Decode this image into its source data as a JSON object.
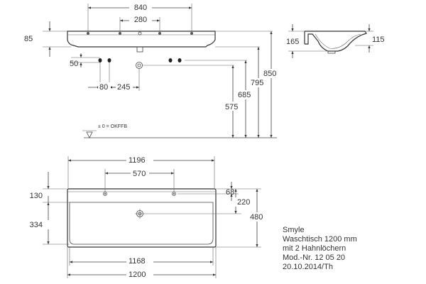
{
  "front_view": {
    "dims": {
      "width_840": "840",
      "spacing_280": "280",
      "height_85": "85",
      "offset_50": "50",
      "spacing_80": "80",
      "spacing_245": "245",
      "height_575": "575",
      "height_685": "685",
      "height_795": "795",
      "height_850": "850"
    },
    "floor_label": "± 0 = OKFFB"
  },
  "side_view": {
    "dims": {
      "height_165": "165",
      "height_115": "115"
    }
  },
  "top_view": {
    "dims": {
      "width_1196": "1196",
      "spacing_570": "570",
      "depth_130": "130",
      "depth_334": "334",
      "offset_68": "68",
      "depth_220": "220",
      "depth_480": "480",
      "width_1168": "1168",
      "width_1200": "1200"
    }
  },
  "info": {
    "line1": "Smyle",
    "line2": "Waschtisch 1200 mm",
    "line3": "mit 2 Hahnlöchern",
    "line4": "Mod.-Nr. 12 05 20",
    "line5": "20.10.2014/Th"
  }
}
